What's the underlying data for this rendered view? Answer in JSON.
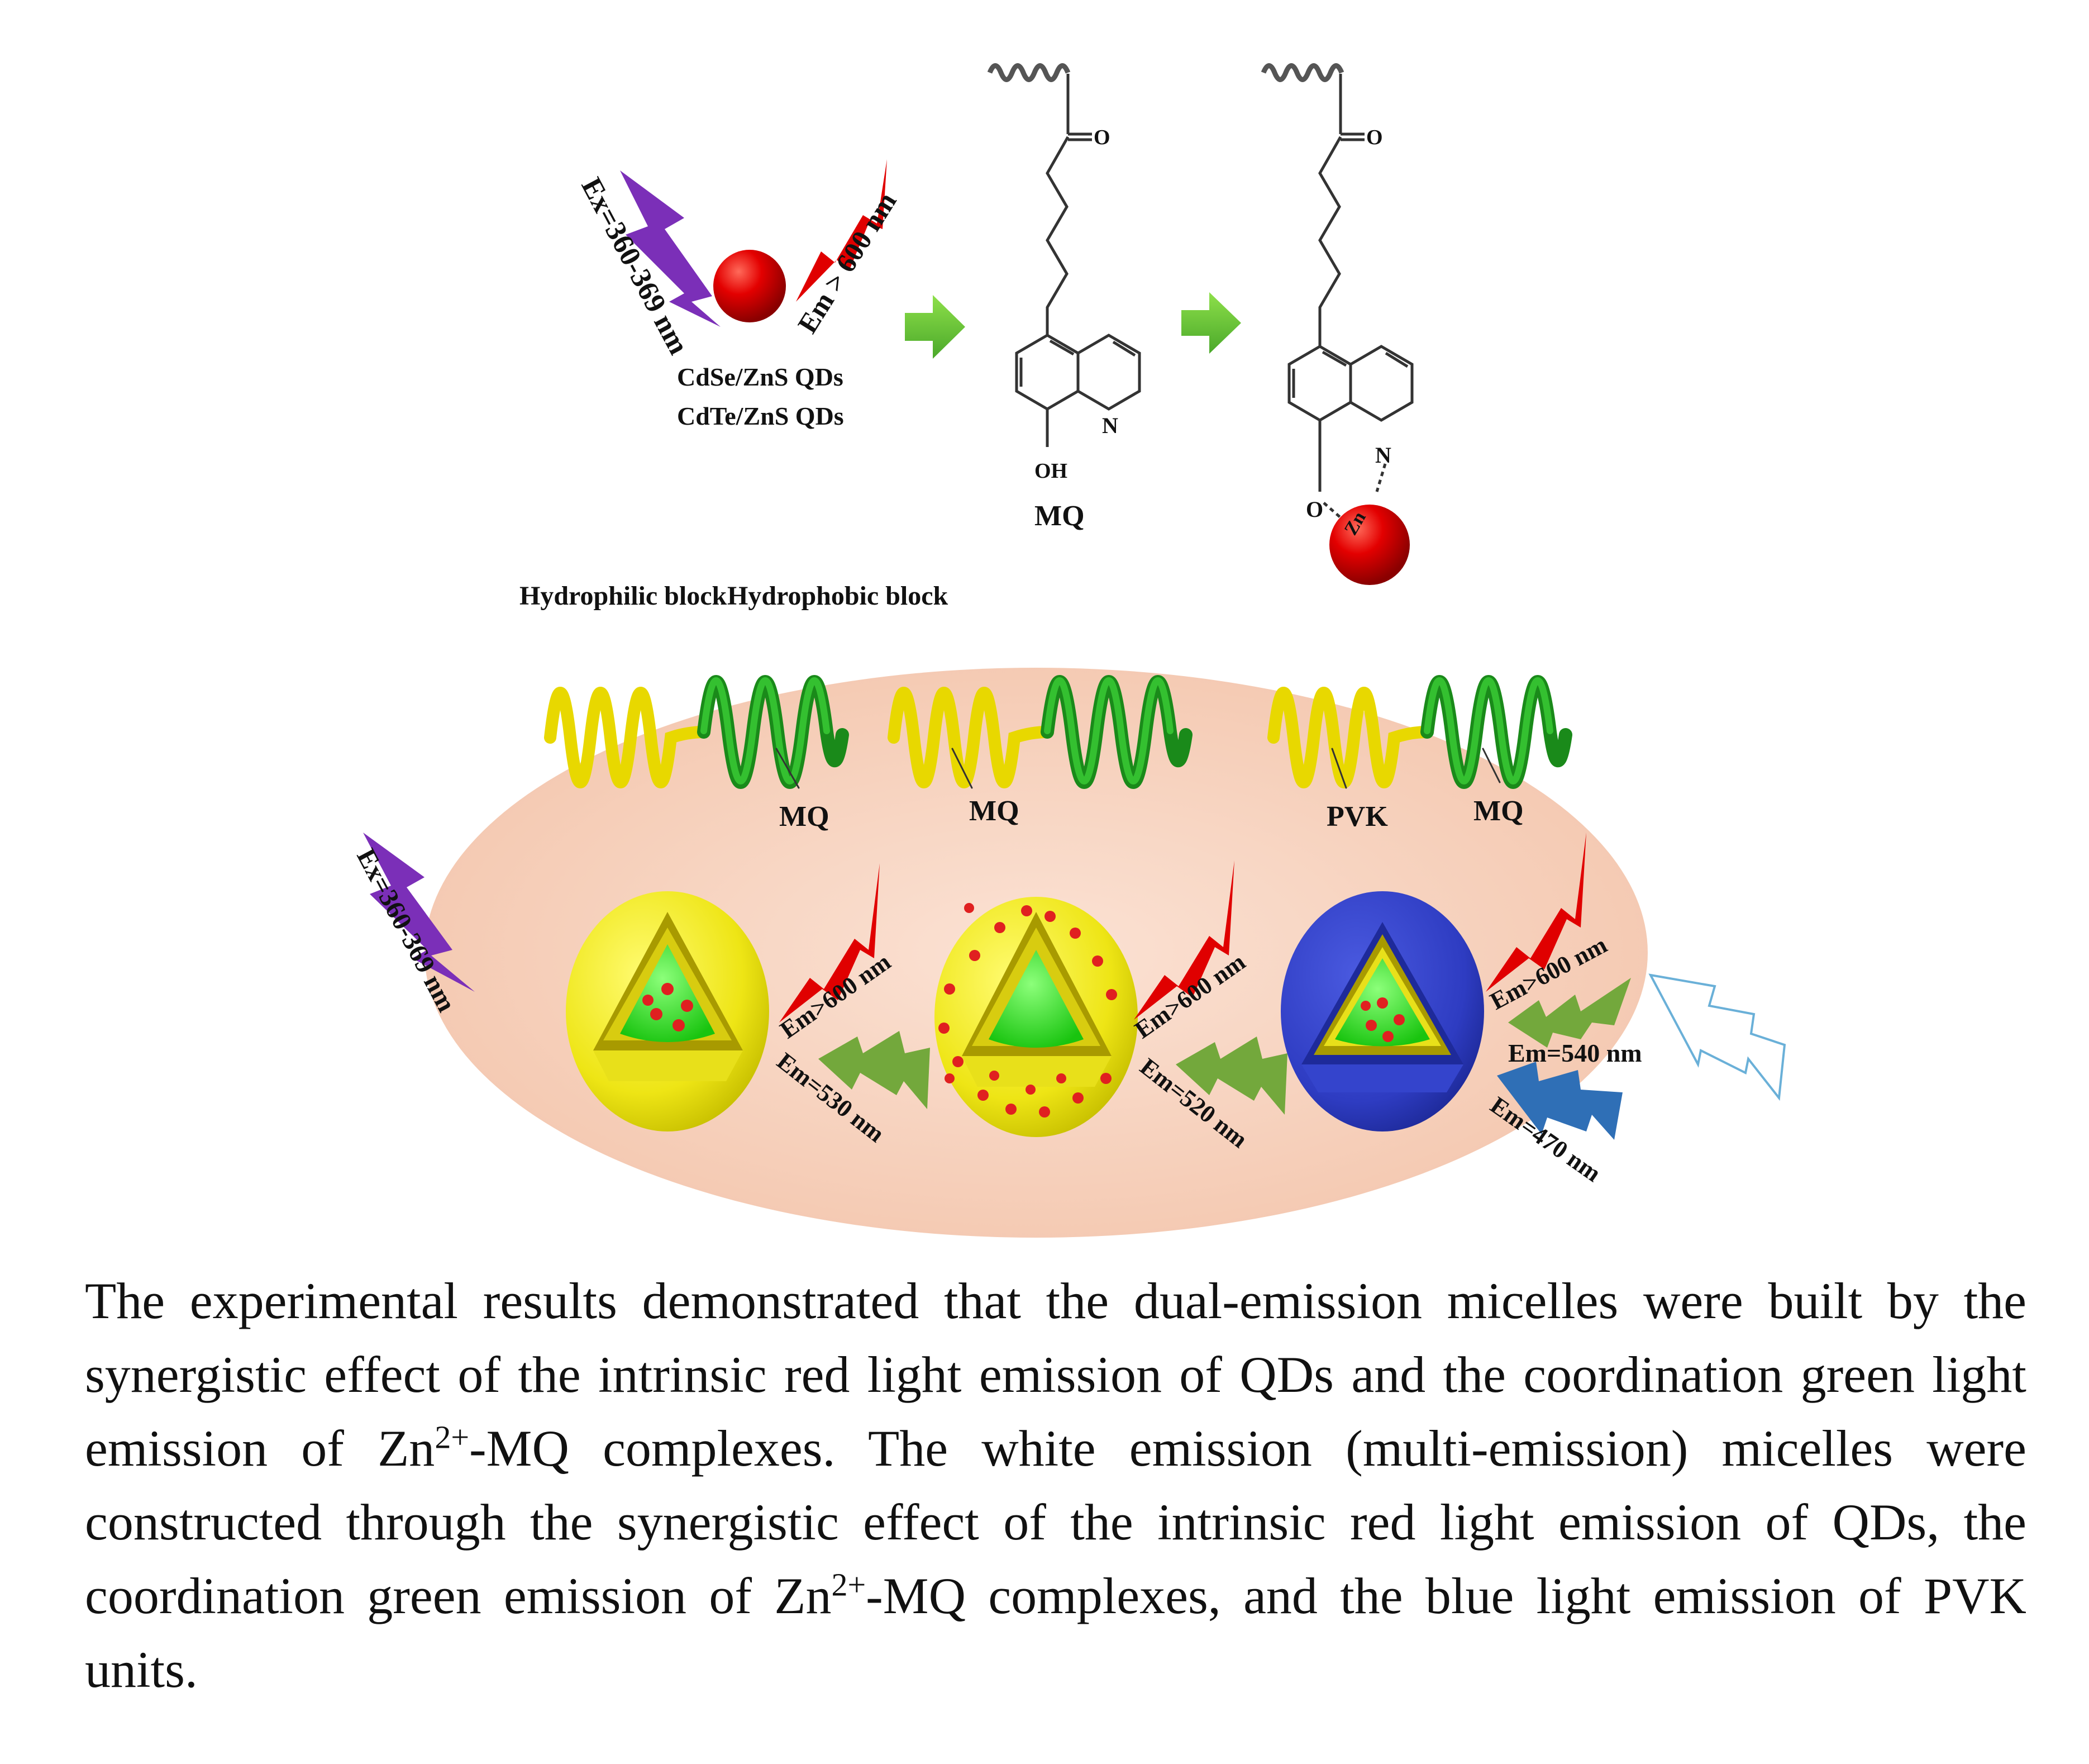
{
  "colors": {
    "background_ellipse": "#f7d3c0",
    "red": "#e00000",
    "green": "#2fdc1f",
    "yellow": "#f2ee1a",
    "blue": "#2e3cc2",
    "purple": "#7b2fb8",
    "green_bolt": "#73a83c",
    "blue_bolt": "#2f6fb6"
  },
  "top": {
    "ex_label": "Ex=360-369 nm",
    "em_label": "Em > 600 nm",
    "qd_line1": "CdSe/ZnS QDs",
    "qd_line2": "CdTe/ZnS QDs",
    "ketone_o1": "O",
    "ketone_o2": "O",
    "n1": "N",
    "n2": "N",
    "oh": "OH",
    "mq": "MQ",
    "o_coord": "O",
    "zn": "Zn"
  },
  "blocks": {
    "hydrophilic": "Hydrophilic block",
    "hydrophobic": "Hydrophobic block"
  },
  "chain_labels": {
    "mq1": "MQ",
    "mq2": "MQ",
    "pvk": "PVK",
    "mq3": "MQ"
  },
  "micelles": {
    "ex_label": "Ex=360-369 nm",
    "m1_red": "Em>600 nm",
    "m1_green": "Em=530 nm",
    "m2_red": "Em>600 nm",
    "m2_green": "Em=520 nm",
    "m3_red": "Em>600 nm",
    "m3_green": "Em=540 nm",
    "m3_blue": "Em=470 nm"
  },
  "caption": {
    "part1": "The experimental results demonstrated that the dual-emission micelles were built by the synergistic effect of the intrinsic red light emission of QDs and the coordination green light emission of Zn",
    "sup1": "2+",
    "part2": "-MQ complexes. The white emission (multi-emission) micelles were constructed through the synergistic effect of the intrinsic red light emission of QDs, the coordination green emission of Zn",
    "sup2": "2+",
    "part3": "-MQ complexes, and the blue light emission of PVK units."
  }
}
